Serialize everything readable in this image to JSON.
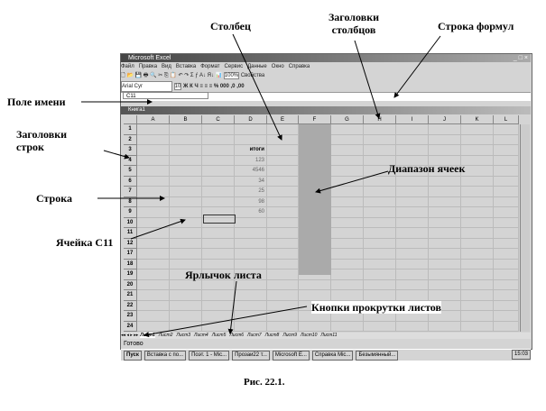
{
  "window": {
    "title": "Microsoft Excel",
    "workbook_title": "Книга1",
    "controls": "_ □ ×"
  },
  "menu": [
    "Файл",
    "Правка",
    "Вид",
    "Вставка",
    "Формат",
    "Сервис",
    "Данные",
    "Окно",
    "Справка"
  ],
  "toolbar": {
    "icons": "🗋 📂 💾 🖶 🔍 ✂ ⎘ 📋 ↶ ↷ Σ ƒ A↓ Я↓ 📊",
    "zoom": "100%",
    "properties": "Свойства"
  },
  "format_bar": {
    "font": "Arial Cyr",
    "size": "10",
    "buttons": "Ж К Ч ≡ ≡ ≡ % 000 ,0 ,00"
  },
  "name_box": "C11",
  "columns": [
    "A",
    "B",
    "C",
    "D",
    "E",
    "F",
    "G",
    "H",
    "I",
    "J",
    "K",
    "L"
  ],
  "rows": [
    "1",
    "2",
    "3",
    "4",
    "5",
    "6",
    "7",
    "8",
    "9",
    "10",
    "11",
    "12",
    "17",
    "18",
    "19",
    "20",
    "21",
    "22",
    "23",
    "24"
  ],
  "cells": {
    "D3": "итоги",
    "D4": "123",
    "D5": "4546",
    "D6": "34",
    "D7": "25",
    "D8": "98",
    "D9": "60"
  },
  "sheet_tabs": [
    "Лист1",
    "Лист2",
    "Лист3",
    "Лист4",
    "Лист5",
    "Лист6",
    "Лист7",
    "Лист8",
    "Лист9",
    "Лист10",
    "Лист11"
  ],
  "tab_scroll": "◂◂ ◂ ▸ ▸▸",
  "status": "Готово",
  "taskbar": {
    "start": "Пуск",
    "items": [
      "Вставка с по...",
      "Поэт. 1 - Mic...",
      "Прозаи22 т...",
      "Microsoft E...",
      "Справка Mic...",
      "Безымянный..."
    ],
    "clock": "15:03"
  },
  "labels": {
    "column": "Столбец",
    "column_headers": "Заголовки столбцов",
    "formula_bar": "Строка формул",
    "name_box": "Поле имени",
    "row_headers": "Заголовки строк",
    "row": "Строка",
    "cell": "Ячейка С11",
    "range": "Диапазон ячеек",
    "sheet_tab": "Ярлычок листа",
    "scroll_buttons": "Кнопки прокрутки листов"
  },
  "caption": "Рис. 22.1."
}
